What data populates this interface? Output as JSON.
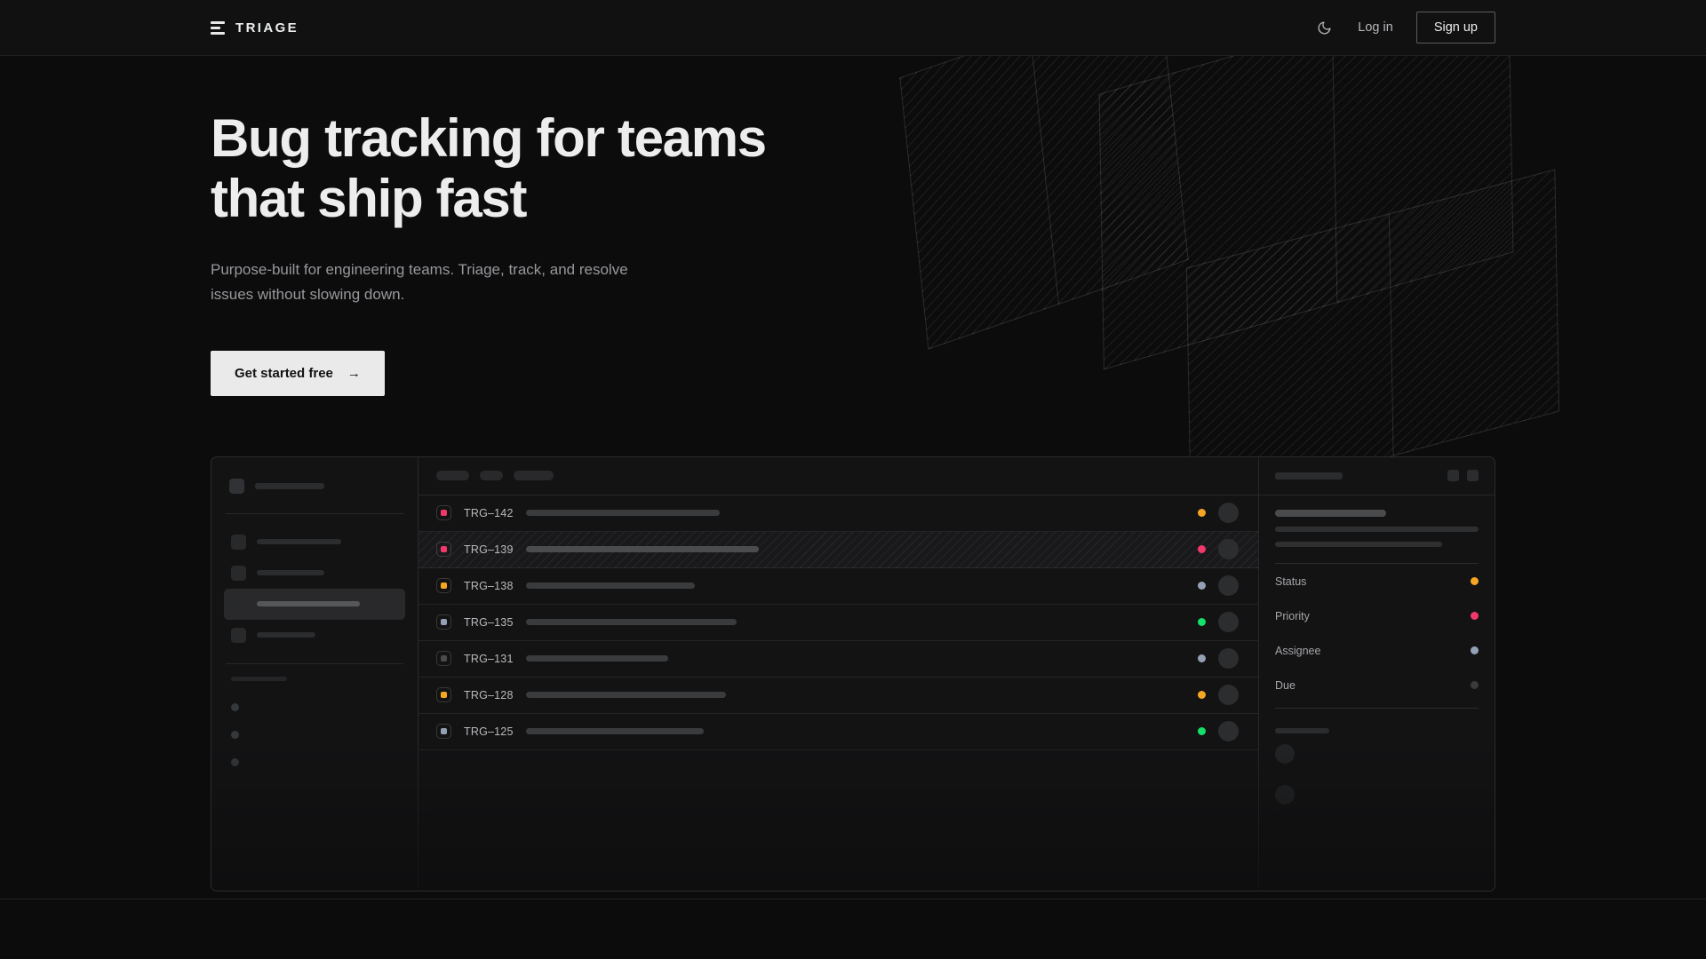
{
  "brand": {
    "name": "TRIAGE",
    "mark_icon": "stacked-bars-icon"
  },
  "nav": {
    "theme_icon": "moon-icon",
    "login_label": "Log in",
    "signup_label": "Sign up"
  },
  "hero": {
    "title_line1": "Bug tracking for teams",
    "title_line2": "that ship fast",
    "subtitle_line1": "Purpose-built for engineering teams. Triage, track, and",
    "subtitle_line2": "resolve issues without slowing down.",
    "cta_label": "Get started free",
    "cta_arrow": "→"
  },
  "colors": {
    "page_bg": "#0c0c0d",
    "nav_bg": "#111112",
    "panel_bg": "#131314",
    "accent_pink": "#f0386b",
    "accent_amber": "#f5a623",
    "accent_green": "#14e06a",
    "accent_slate": "#94a1b5",
    "accent_muted": "#4a4b4d",
    "cta_bg": "#eaeaea",
    "text_primary": "#ededee",
    "text_muted": "#97989b"
  },
  "app_mockup": {
    "sidebar": {
      "workspace_placeholder": true,
      "nav_items": [
        {
          "label_width": 95,
          "active": false
        },
        {
          "label_width": 76,
          "active": false
        },
        {
          "label_width": 116,
          "active": true
        },
        {
          "label_width": 66,
          "active": false
        }
      ],
      "section_label_placeholder": true,
      "dot_items": 3
    },
    "list": {
      "filter_chips": [
        {
          "width": 37
        },
        {
          "width": 26
        },
        {
          "width": 45
        }
      ],
      "columns": [
        "priority",
        "id",
        "title",
        "status",
        "assignee"
      ],
      "rows": [
        {
          "id": "TRG–142",
          "priority_color": "#f0386b",
          "title_width": 218,
          "status_color": "#f5a623",
          "selected": false
        },
        {
          "id": "TRG–139",
          "priority_color": "#f0386b",
          "title_width": 262,
          "status_color": "#f0386b",
          "selected": true
        },
        {
          "id": "TRG–138",
          "priority_color": "#f5a623",
          "title_width": 190,
          "status_color": "#94a1b5",
          "selected": false
        },
        {
          "id": "TRG–135",
          "priority_color": "#94a1b5",
          "title_width": 237,
          "status_color": "#14e06a",
          "selected": false
        },
        {
          "id": "TRG–131",
          "priority_color": "#4a4b4d",
          "title_width": 160,
          "status_color": "#94a1b5",
          "selected": false
        },
        {
          "id": "TRG–128",
          "priority_color": "#f5a623",
          "title_width": 225,
          "status_color": "#f5a623",
          "selected": false
        },
        {
          "id": "TRG–125",
          "priority_color": "#94a1b5",
          "title_width": 200,
          "status_color": "#14e06a",
          "selected": false
        }
      ]
    },
    "detail": {
      "header_placeholder": true,
      "action_buttons": 2,
      "title_placeholder": true,
      "body_lines": [
        {
          "width": "100%"
        },
        {
          "width": "82%"
        }
      ],
      "fields": [
        {
          "label": "Status",
          "value_color": "#f5a623"
        },
        {
          "label": "Priority",
          "value_color": "#f0386b"
        },
        {
          "label": "Assignee",
          "value_color": "#94a1b5"
        },
        {
          "label": "Due",
          "value_color": "#3a3b3d"
        }
      ],
      "comments_label_placeholder": true,
      "comment_avatars": 2
    }
  }
}
